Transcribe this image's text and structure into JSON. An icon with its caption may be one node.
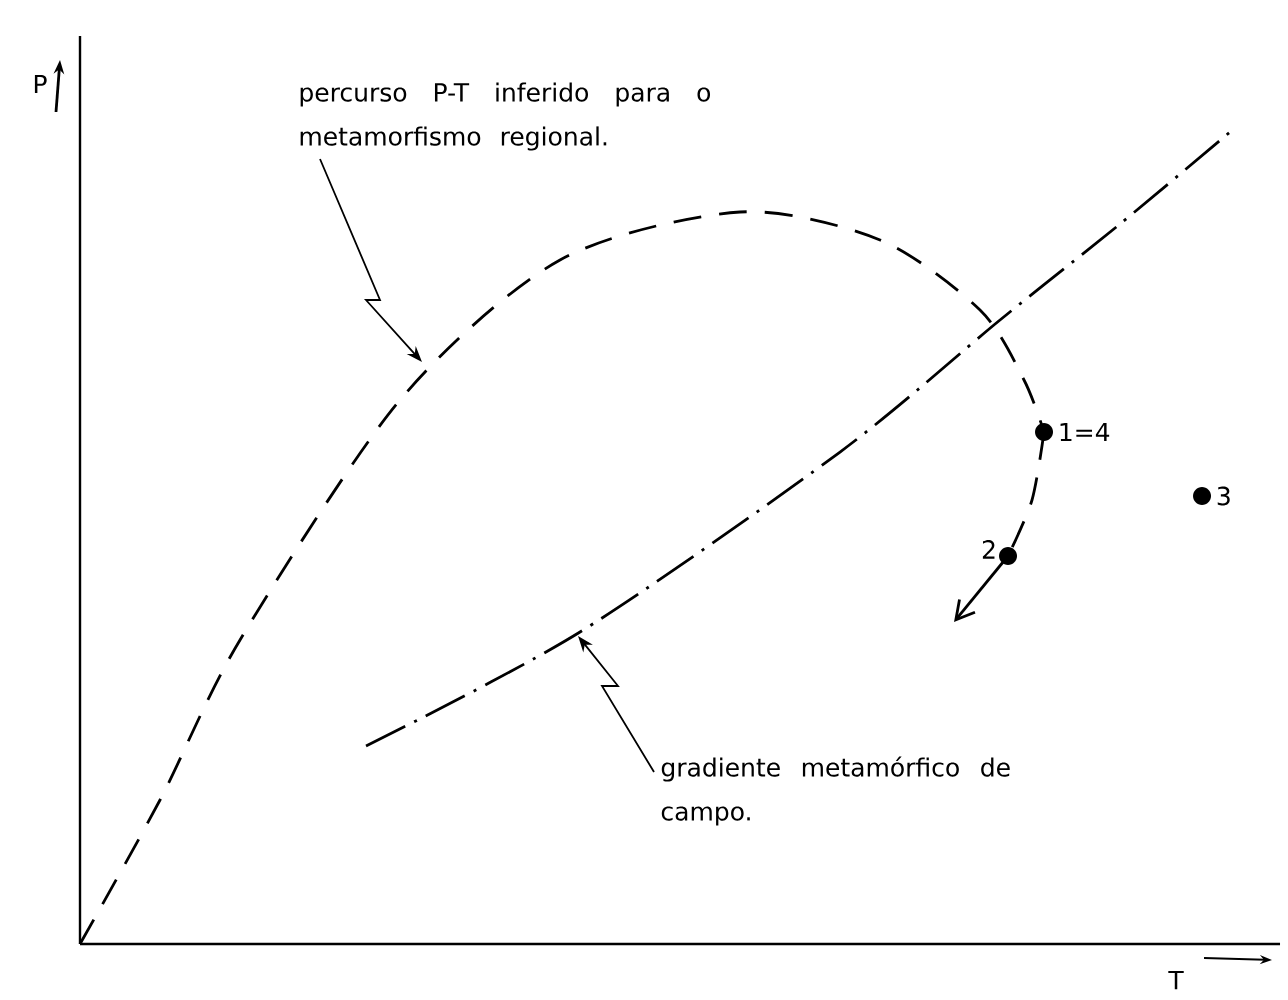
{
  "diagram": {
    "nodes": [
      {
        "text": [
          "percurso P-T inferido para o metamorfismo regional."
        ]
      },
      {
        "text": [],
        "shape": "circle",
        "beside": [
          "1=4"
        ]
      },
      {
        "text": [],
        "shape": "circle",
        "beside": [
          "3"
        ]
      },
      {
        "text": [],
        "shape": "circle",
        "beside": [
          "2"
        ]
      },
      {
        "text": [
          "gradiente metamórfico de campo."
        ]
      }
    ],
    "edges": [
      {
        "from": 0,
        "to": null,
        "arrow": "to"
      },
      {
        "from": 4,
        "to": null,
        "arrow": "to"
      }
    ],
    "labels": [
      "P",
      "T"
    ]
  }
}
